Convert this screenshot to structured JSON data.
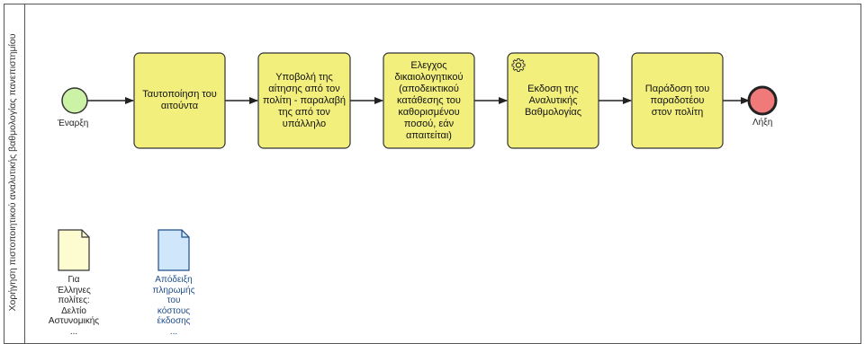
{
  "pool": {
    "label": "Χορήγηση πιστοποιητικού αναλυτικής βαθμολογίας πανεπιστημίου"
  },
  "events": {
    "start": "Έναρξη",
    "end": "Λήξη"
  },
  "tasks": [
    {
      "label": "Ταυτοποίηση του αιτούντα"
    },
    {
      "label": "Υποβολή της αίτησης από τον πολίτη - παραλαβή της από τον υπάλληλο"
    },
    {
      "label": "Ελεγχος δικαιολογητικού (αποδεικτικού κατάθεσης του καθορισμένου ποσού, εάν απαιτείται)"
    },
    {
      "label": "Εκδοση της Αναλυτικής Βαθμολογίας",
      "icon": "gear-icon"
    },
    {
      "label": "Παράδοση του παραδοτέου στον πολίτη"
    }
  ],
  "documents": [
    {
      "lines": [
        "Για",
        "Έλληνες",
        "πολίτες:",
        "Δελτίο",
        "Αστυνομικής"
      ],
      "more": "...",
      "color": "#fdfbd0",
      "text_color": "#222222"
    },
    {
      "lines": [
        "Απόδειξη",
        "πληρωμής",
        "του",
        "κόστους",
        "έκδοσης"
      ],
      "more": "...",
      "color": "#cfe6fb",
      "text_color": "#1f4e8a"
    }
  ],
  "colors": {
    "task_fill": "#f2ef7d",
    "start_fill": "#ccf2a6",
    "end_fill": "#f07a7a"
  }
}
